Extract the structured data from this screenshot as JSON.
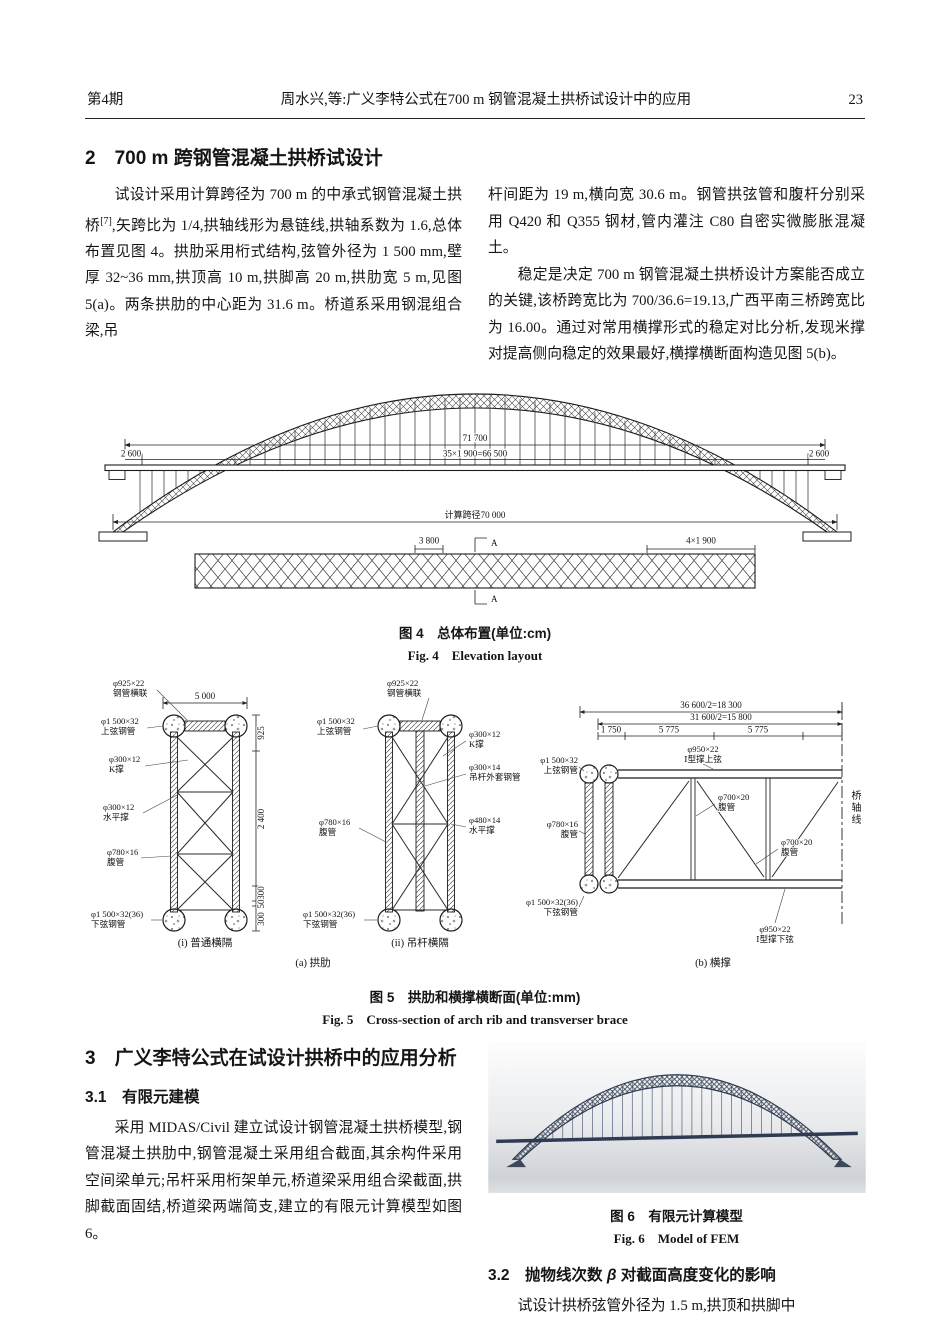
{
  "header": {
    "issue": "第4期",
    "running_title": "周水兴,等:广义李特公式在700 m 钢管混凝土拱桥试设计中的应用",
    "page_number": "23"
  },
  "section2": {
    "heading": "2　700 m 跨钢管混凝土拱桥试设计",
    "para1_pre": "试设计采用计算跨径为 700 m 的中承式钢管混凝土拱桥",
    "para1_ref": "[7]",
    "para1_post": ",矢跨比为 1/4,拱轴线形为悬链线,拱轴系数为 1.6,总体布置见图 4。拱肋采用桁式结构,弦管外径为 1 500 mm,壁厚 32~36 mm,拱顶高 10 m,拱脚高 20 m,拱肋宽 5 m,见图 5(a)。两条拱肋的中心距为 31.6 m。桥道系采用钢混组合梁,吊",
    "para2": "杆间距为 19 m,横向宽 30.6 m。钢管拱弦管和腹杆分别采用 Q420 和 Q355 钢材,管内灌注 C80 自密实微膨胀混凝土。",
    "para3": "稳定是决定 700 m 钢管混凝土拱桥设计方案能否成立的关键,该桥跨宽比为 700/36.6=19.13,广西平南三桥跨宽比为 16.00。通过对常用横撑形式的稳定对比分析,发现米撑对提高侧向稳定的效果最好,横撑横断面构造见图 5(b)。"
  },
  "fig4": {
    "caption_zh": "图 4　总体布置(单位:cm)",
    "caption_en": "Fig. 4　Elevation layout",
    "dims": {
      "total": "71 700",
      "panels": "35×1 900=66 500",
      "end_left": "2 600",
      "end_right": "2 600",
      "span": "计算跨径70 000",
      "deck_width": "3 800",
      "deck_panels": "4×1 900"
    },
    "section_mark_top": "A",
    "section_mark_bottom": "A"
  },
  "fig5": {
    "caption_zh": "图 5　拱肋和横撑横断面(单位:mm)",
    "caption_en": "Fig. 5　Cross-section of arch rib and transverser brace",
    "sub_i": "(i) 普通横隔",
    "sub_ii": "(ii) 吊杆横隔",
    "sub_a": "(a) 拱肋",
    "sub_b": "(b) 横撑",
    "labels": {
      "d925": "φ925×22",
      "henglian": "钢管横联",
      "d1500": "φ1 500×32",
      "shangxian": "上弦钢管",
      "d300_12": "φ300×12",
      "kcheng": "K撑",
      "shuiping": "水平撑",
      "d780": "φ780×16",
      "fuguan": "腹管",
      "d1500b": "φ1 500×32(36)",
      "xiaxian": "下弦钢管",
      "d300_14": "φ300×14",
      "diaogan_tao": "吊杆外套钢管",
      "d480": "φ480×14",
      "d950": "φ950×22",
      "icheng_shang": "Ⅰ型撑上弦",
      "icheng_xia": "Ⅰ型撑下弦",
      "d700": "φ700×20",
      "qiaozhou": "桥轴线"
    },
    "dims": {
      "w5000": "5 000",
      "v925": "925",
      "v2400": "2 400",
      "v300a": "300",
      "v50": "50",
      "v300b": "300",
      "b_total": "36 600/2=18 300",
      "b_inner": "31 600/2=15 800",
      "b_1750": "1 750",
      "b_5775a": "5 775",
      "b_5775b": "5 775"
    }
  },
  "section3": {
    "heading": "3　广义李特公式在试设计拱桥中的应用分析",
    "s31_heading": "3.1　有限元建模",
    "s31_para": "采用 MIDAS/Civil 建立试设计钢管混凝土拱桥模型,钢管混凝土拱肋中,钢管混凝土采用组合截面,其余构件采用空间梁单元;吊杆采用桁架单元,桥道梁采用组合梁截面,拱脚截面固结,桥道梁两端简支,建立的有限元计算模型如图 6。",
    "s32_pre": "3.2　抛物线次数 ",
    "s32_beta": "β",
    "s32_post": " 对截面高度变化的影响",
    "s32_para": "试设计拱桥弦管外径为 1.5 m,拱顶和拱脚中"
  },
  "fig6": {
    "caption_zh": "图 6　有限元计算模型",
    "caption_en": "Fig. 6　Model of FEM"
  }
}
